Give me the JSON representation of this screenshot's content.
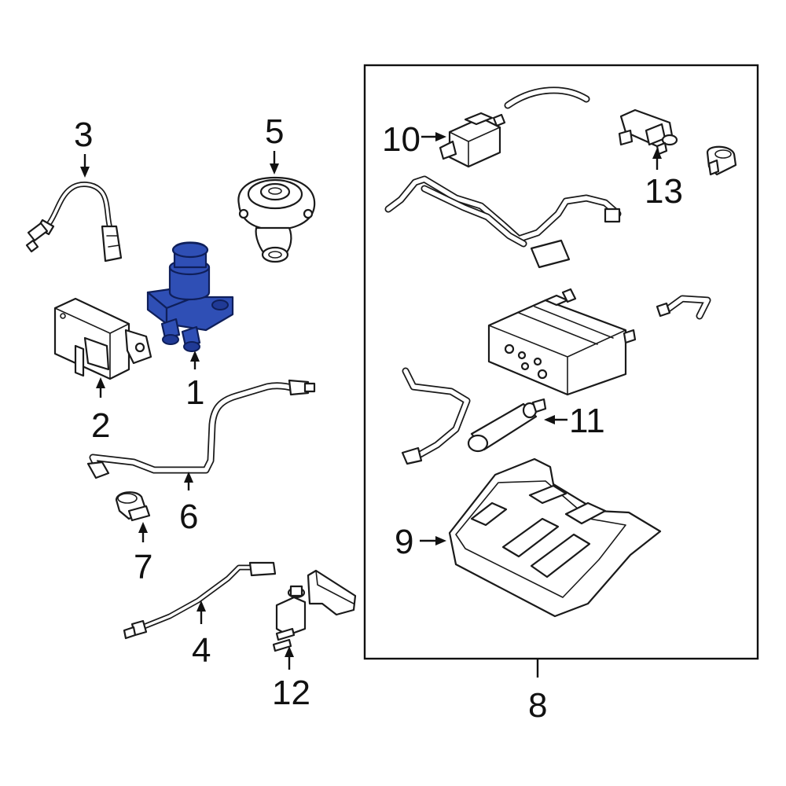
{
  "callouts": {
    "c1": "1",
    "c2": "2",
    "c3": "3",
    "c4": "4",
    "c5": "5",
    "c6": "6",
    "c7": "7",
    "c8": "8",
    "c9": "9",
    "c10": "10",
    "c11": "11",
    "c12": "12",
    "c13": "13"
  },
  "colors": {
    "highlight": "#2f4fb5",
    "line": "#1a1a1a",
    "background": "#ffffff"
  }
}
